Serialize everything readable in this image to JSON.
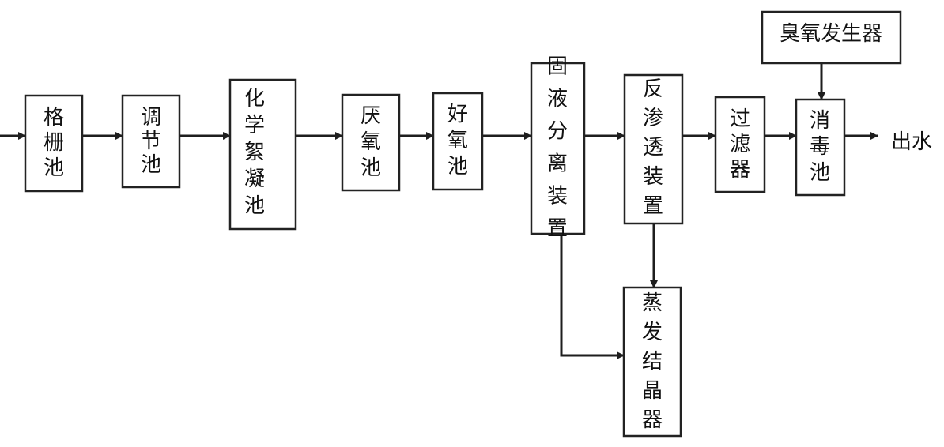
{
  "diagram": {
    "boxes": {
      "grid_tank": {
        "label": "格栅池"
      },
      "adjust_tank": {
        "label": "调节池"
      },
      "coag_tank": {
        "label": "化学絮凝池"
      },
      "anaerobic_tank": {
        "label": "厌氧池"
      },
      "aerobic_tank": {
        "label": "好氧池"
      },
      "sl_separator": {
        "label": "固液分离装置"
      },
      "ro_device": {
        "label": "反渗透装置"
      },
      "filter": {
        "label": "过滤器"
      },
      "disinfect_tank": {
        "label": "消毒池"
      },
      "ozone_gen": {
        "label": "臭氧发生器"
      },
      "evaporator": {
        "label": "蒸发结晶器"
      }
    },
    "output_label": "出水"
  }
}
